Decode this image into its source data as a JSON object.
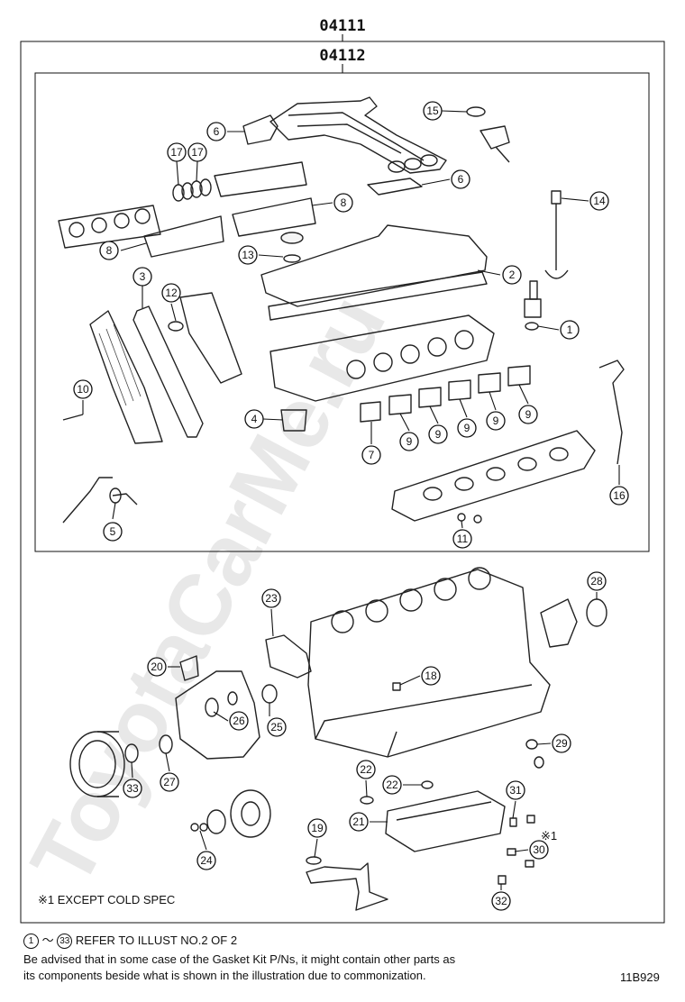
{
  "header": {
    "outer_code": "04111",
    "inner_code": "04112"
  },
  "watermark": "ToyotaCarMe.ru",
  "callout_labels": [
    "1",
    "2",
    "3",
    "4",
    "5",
    "6",
    "6",
    "7",
    "8",
    "8",
    "9",
    "9",
    "9",
    "9",
    "9",
    "10",
    "11",
    "12",
    "13",
    "14",
    "15",
    "16",
    "17",
    "17",
    "18",
    "19",
    "20",
    "21",
    "22",
    "22",
    "23",
    "24",
    "25",
    "26",
    "27",
    "28",
    "29",
    "30",
    "31",
    "32",
    "33"
  ],
  "notes": {
    "except_cold_spec": "※1 EXCEPT COLD SPEC",
    "exc_mark": "※1",
    "refer_from": "1",
    "refer_tilde": "～",
    "refer_to": "33",
    "refer_text": "REFER TO ILLUST NO.2 OF 2",
    "disclaimer_line1": "Be advised that in some case of the Gasket Kit P/Ns,  it might contain other parts as",
    "disclaimer_line2": "its components beside what is shown in the illustration due to commonization.",
    "illustration_id": "11B929"
  }
}
